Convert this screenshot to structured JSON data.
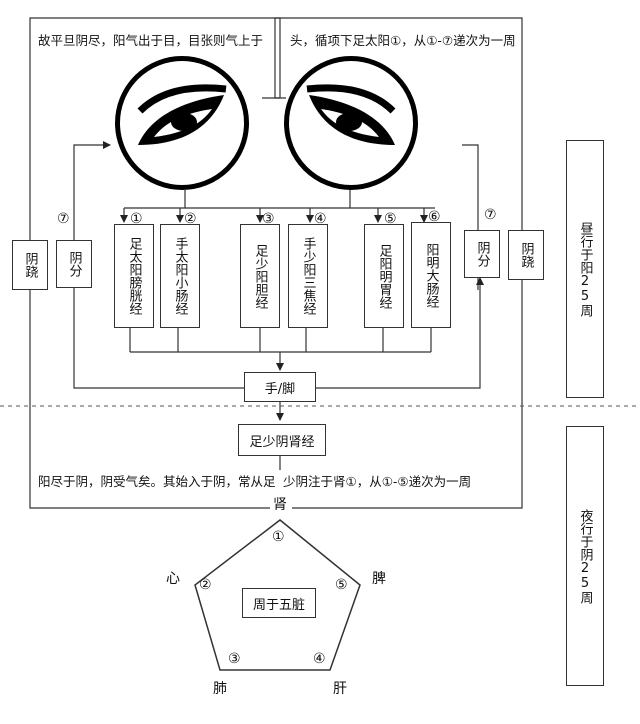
{
  "top": {
    "text_left": "故平旦阴尽，阳气出于目，目张则气上于",
    "text_right": "头，循项下足太阳①，从①-⑦递次为一周"
  },
  "meridians": [
    {
      "num": "①",
      "label": "足太阳膀胱经"
    },
    {
      "num": "②",
      "label": "手太阳小肠经"
    },
    {
      "num": "③",
      "label": "足少阳胆经"
    },
    {
      "num": "④",
      "label": "手少阳三焦经"
    },
    {
      "num": "⑤",
      "label": "足阳明胃经"
    },
    {
      "num": "⑥",
      "label": "阳明大肠经"
    }
  ],
  "side": {
    "yinqiao_left": "阴跷",
    "yinfen_left": "阴分",
    "yinfen_right": "阴分",
    "yinqiao_right": "阴跷",
    "num7_left": "⑦",
    "num7_right": "⑦"
  },
  "center": {
    "hand_foot": "手/脚",
    "kidney_meridian": "足少阴肾经"
  },
  "middle_text": {
    "left": "阳尽于阴，阴受气矣。其始入于阴，常从足",
    "right": "少阴注于肾①，从①-⑤递次为一周"
  },
  "right_panel": {
    "day": "昼行于阳25周",
    "night": "夜行于阴25周"
  },
  "pentagon": {
    "center": "周于五脏",
    "organs": {
      "kidney": "肾",
      "heart": "心",
      "spleen": "脾",
      "lung": "肺",
      "liver": "肝"
    },
    "nums": {
      "kidney": "①",
      "heart": "②",
      "lung": "③",
      "liver": "④",
      "spleen": "⑤"
    }
  }
}
